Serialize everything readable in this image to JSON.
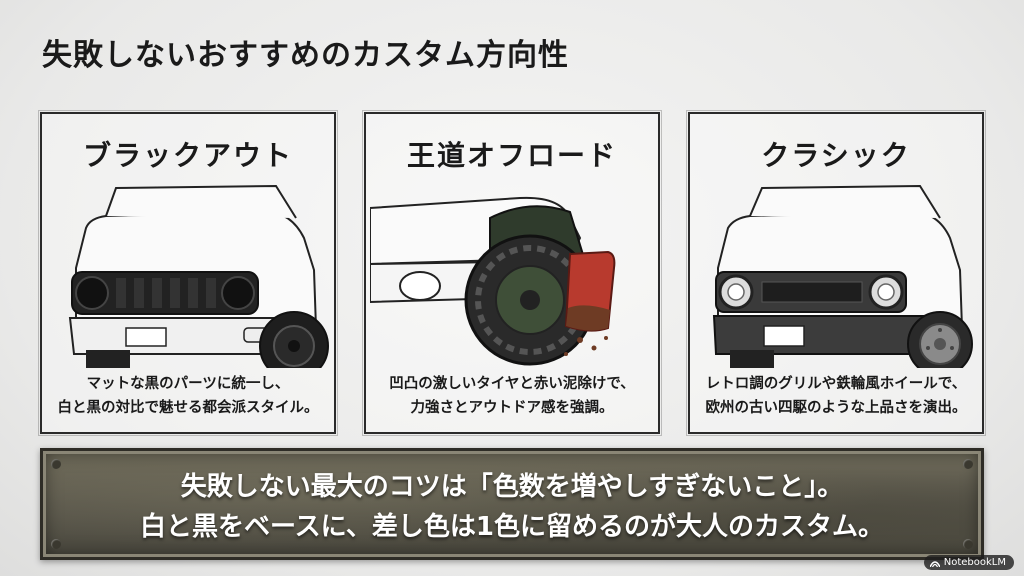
{
  "title": "失敗しないおすすめのカスタム方向性",
  "panels": [
    {
      "title": "ブラックアウト",
      "caption_line1": "マットな黒のパーツに統一し、",
      "caption_line2": "白と黒の対比で魅せる都会派スタイル。",
      "art_icon": "blackout-car-icon"
    },
    {
      "title": "王道オフロード",
      "caption_line1": "凹凸の激しいタイヤと赤い泥除けで、",
      "caption_line2": "力強さとアウトドア感を強調。",
      "art_icon": "offroad-wheel-icon"
    },
    {
      "title": "クラシック",
      "caption_line1": "レトロ調のグリルや鉄輪風ホイールで、",
      "caption_line2": "欧州の古い四駆のような上品さを演出。",
      "art_icon": "classic-car-icon"
    }
  ],
  "banner": {
    "line1": "失敗しない最大のコツは「色数を増やしすぎないこと」。",
    "line2": "白と黒をベースに、差し色は1色に留めるのが大人のカスタム。"
  },
  "watermark": "NotebookLM",
  "colors": {
    "mudflap": "#b83a2e",
    "banner": "#5d5a4c",
    "ink": "#1a1a1a"
  }
}
